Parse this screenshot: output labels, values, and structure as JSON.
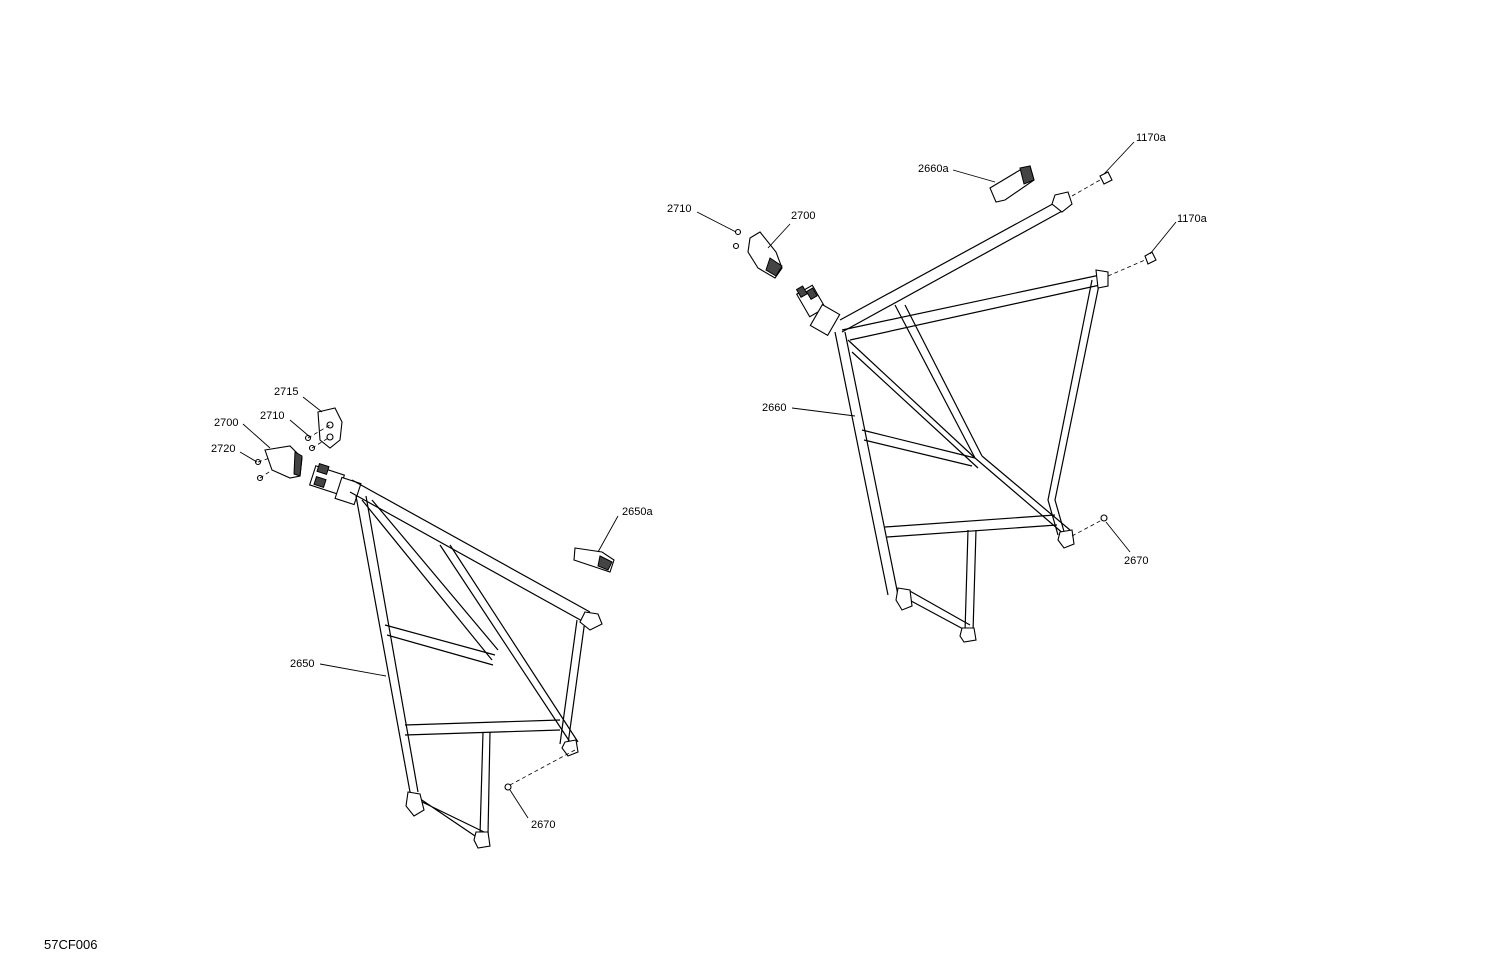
{
  "labels": {
    "l_2715": "2715",
    "l_2710_left": "2710",
    "l_2700_left": "2700",
    "l_2720": "2720",
    "l_2650a": "2650a",
    "l_2650": "2650",
    "l_2670_left": "2670",
    "l_2710_right": "2710",
    "l_2700_right": "2700",
    "l_2660a": "2660a",
    "l_1170a_top": "1170a",
    "l_1170a_mid": "1170a",
    "l_2660": "2660",
    "l_2670_right": "2670"
  },
  "figure_code": "57CF006"
}
